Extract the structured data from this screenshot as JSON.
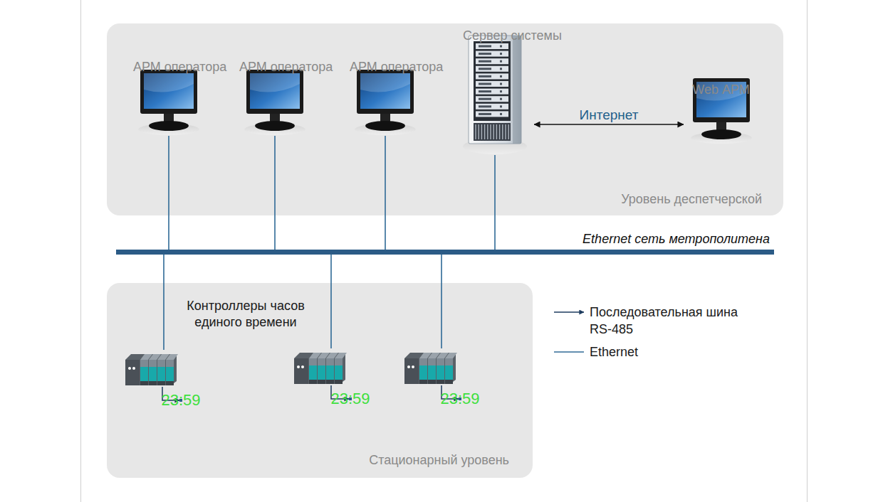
{
  "diagram": {
    "nodes": [
      {
        "text": [
          "Уровень деспетчерской"
        ]
      },
      {
        "text": [
          "АРМ оператора"
        ],
        "in": 0
      },
      {
        "text": [
          "АРМ оператора"
        ],
        "in": 0
      },
      {
        "text": [
          "АРМ оператора"
        ],
        "in": 0
      },
      {
        "text": [
          "Сервер системы"
        ],
        "in": 0
      },
      {
        "text": [
          "Web АРМ"
        ],
        "in": 0
      },
      {
        "text": [
          "Ethernet сеть метрополитена"
        ]
      },
      {
        "text": [
          "Стационарный уровень"
        ]
      },
      {
        "text": [],
        "in": 7
      },
      {
        "text": [
          "23:59"
        ],
        "in": 7
      },
      {
        "text": [],
        "in": 7
      },
      {
        "text": [
          "23:59"
        ],
        "in": 7
      },
      {
        "text": [],
        "in": 7
      },
      {
        "text": [
          "23:59"
        ],
        "in": 7
      }
    ],
    "edges": [
      {
        "from": 1,
        "to": 6,
        "arrow": "none"
      },
      {
        "from": 2,
        "to": 6,
        "arrow": "none"
      },
      {
        "from": 3,
        "to": 6,
        "arrow": "none"
      },
      {
        "from": 4,
        "to": 6,
        "arrow": "none"
      },
      {
        "from": 4,
        "to": 5,
        "label": "Интернет",
        "arrow": "both"
      },
      {
        "from": 6,
        "to": 8,
        "arrow": "none"
      },
      {
        "from": 6,
        "to": 10,
        "arrow": "none"
      },
      {
        "from": 6,
        "to": 12,
        "arrow": "none"
      },
      {
        "from": 8,
        "to": 9,
        "arrow": "to"
      },
      {
        "from": 10,
        "to": 11,
        "arrow": "to"
      },
      {
        "from": 12,
        "to": 13,
        "arrow": "to"
      }
    ],
    "labels": [
      "Контроллеры часов единого времени"
    ],
    "legend": [
      {
        "text": "Последовательная шина RS-485"
      },
      {
        "text": "Ethernet"
      }
    ]
  }
}
